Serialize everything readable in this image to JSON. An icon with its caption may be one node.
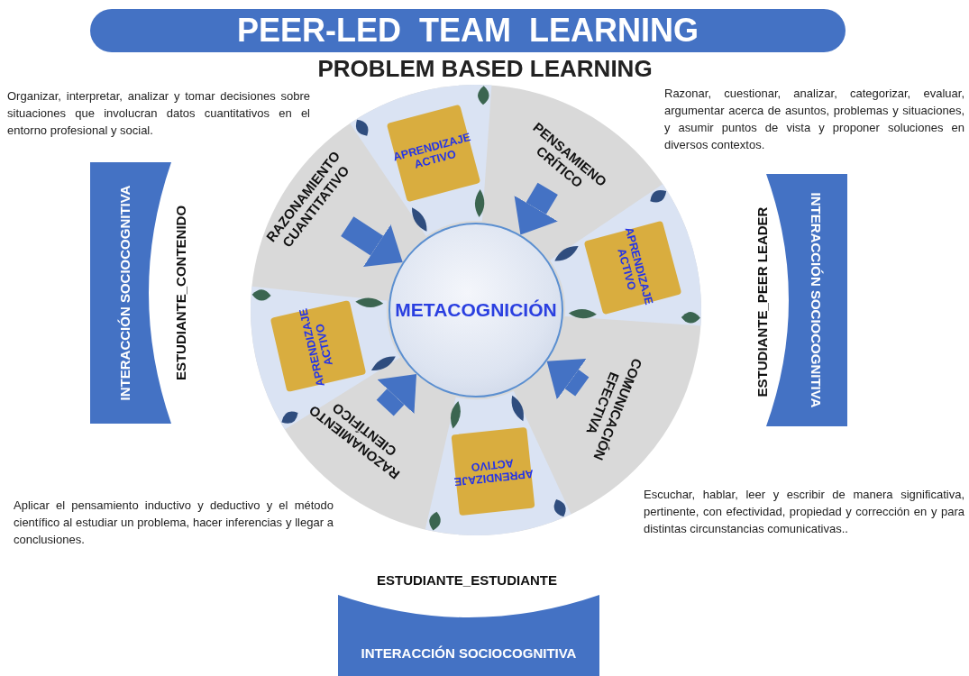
{
  "diagram": {
    "title": "PEER-LED  TEAM  LEARNING",
    "nodes": [
      {
        "text": [
          "INTERACCIÓN SOCIOCOGNITIVA"
        ],
        "beside": [
          "ESTUDIANTE_CONTENIDO"
        ]
      },
      {
        "text": [
          "RAZONAMIENTO CUANTITATIVO"
        ]
      },
      {
        "text": [
          "APRENDIZAJE ACTIVO"
        ]
      },
      {
        "text": [
          "PENSAMIENO CRÍTICO"
        ]
      },
      {
        "text": [
          "APRENDIZAJE ACTIVO"
        ]
      },
      {
        "text": [
          "METACOGNICIÓN"
        ]
      },
      {
        "text": [
          "APRENDIZAJE ACTIVO"
        ]
      },
      {
        "text": [
          "COMUNICACIÓN EFECTIVA"
        ]
      },
      {
        "text": [
          "RAZONAMIENTO CIENTÍFICO"
        ]
      },
      {
        "text": [
          "APRENDIZAJE ACTIVO"
        ]
      },
      {
        "text": [
          "INTERACCIÓN SOCIOCOGNITIVA"
        ],
        "beside": [
          "ESTUDIANTE_PEER LEADER"
        ]
      },
      {
        "text": [
          "INTERACCIÓN SOCIOCOGNITIVA"
        ],
        "beside": [
          "ESTUDIANTE_ESTUDIANTE"
        ]
      }
    ],
    "edges": [
      {
        "from": 1,
        "to": 5,
        "arrow": "to"
      },
      {
        "from": 3,
        "to": 5,
        "arrow": "to"
      },
      {
        "from": 7,
        "to": 5,
        "arrow": "to"
      },
      {
        "from": 8,
        "to": 5,
        "arrow": "to"
      }
    ],
    "labels": [
      "PROBLEM BASED LEARNING",
      "Organizar, interpretar, analizar y tomar decisiones sobre situaciones que involucran datos cuantitativos en el entorno profesional y social.",
      "Razonar, cuestionar, analizar, categorizar, evaluar, argumentar acerca de asuntos, problemas y situaciones, y asumir puntos de vista y proponer soluciones en diversos contextos.",
      "Aplicar el pensamiento inductivo y deductivo y el método científico al estudiar un problema, hacer inferencias y llegar a conclusiones.",
      "Escuchar, hablar, leer y escribir de manera significativa, pertinente, con efectividad, propiedad y corrección en y para distintas circunstancias comunicativas.."
    ]
  }
}
